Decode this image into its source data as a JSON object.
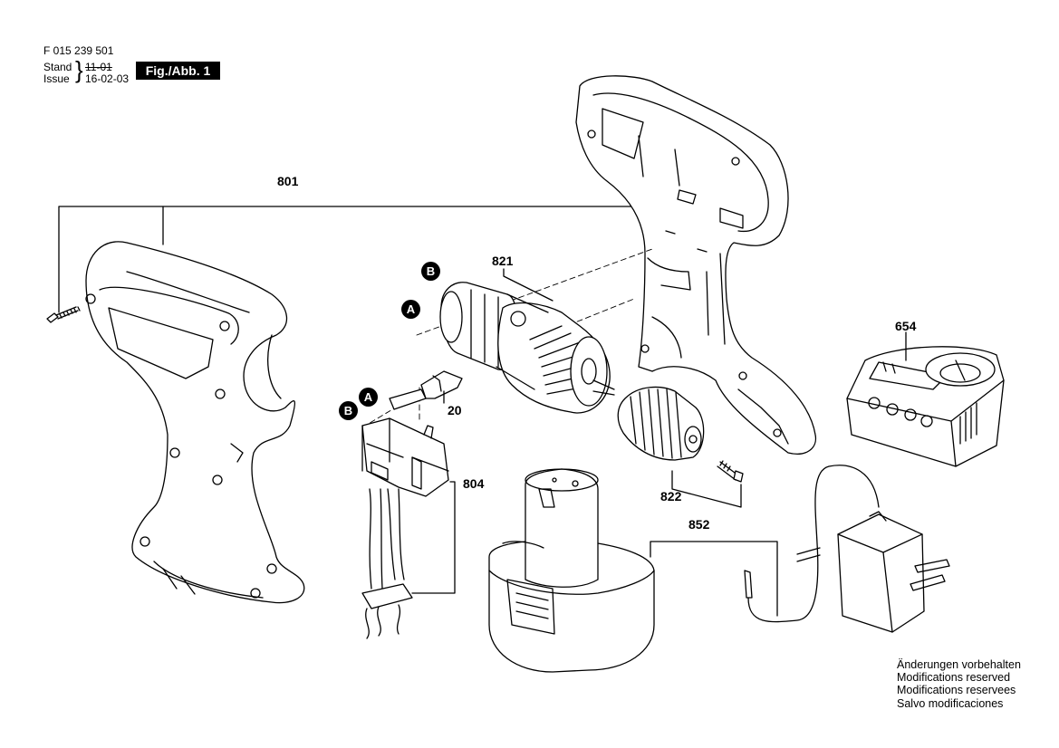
{
  "header": {
    "part_number": "F 015 239 501",
    "stand_label": "Stand",
    "issue_label": "Issue",
    "stand_value": "11-01",
    "issue_value": "16-02-03",
    "figure_label": "Fig./Abb. 1"
  },
  "callouts": {
    "c801": "801",
    "c821": "821",
    "c20": "20",
    "c804": "804",
    "c822": "822",
    "c852": "852",
    "c654": "654"
  },
  "markers": {
    "a": "A",
    "b": "B"
  },
  "notes": [
    "Änderungen vorbehalten",
    "Modifications reserved",
    "Modifications reservees",
    "Salvo modificaciones"
  ]
}
